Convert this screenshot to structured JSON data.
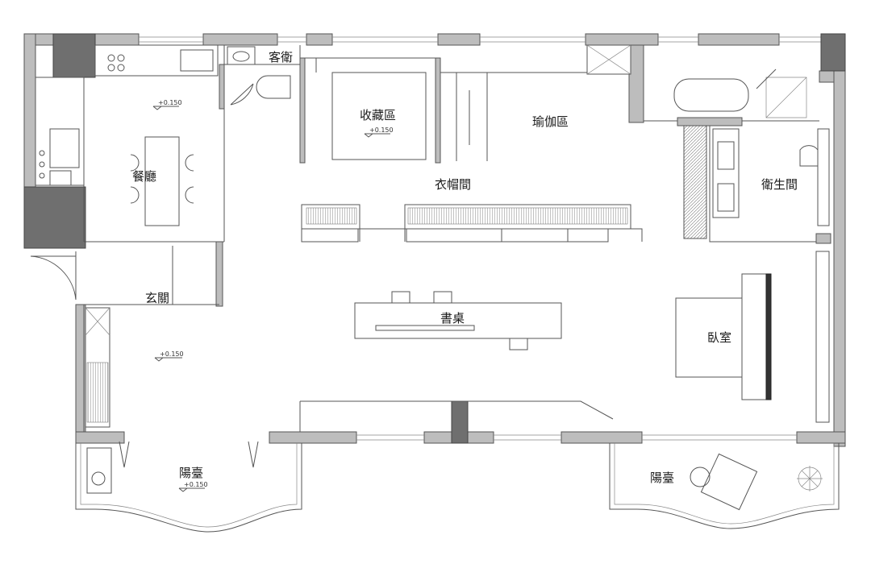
{
  "rooms": {
    "guest_bath": "客衛",
    "collection": "收藏區",
    "yoga": "瑜伽區",
    "dining": "餐廳",
    "wardrobe": "衣帽間",
    "bathroom": "衛生間",
    "entrance": "玄關",
    "desk": "書桌",
    "bedroom": "臥室",
    "balcony_left": "陽臺",
    "balcony_right": "陽臺"
  },
  "levels": {
    "dining": "+0.150",
    "collection": "+0.150",
    "entrance": "+0.150",
    "balcony": "+0.150"
  }
}
